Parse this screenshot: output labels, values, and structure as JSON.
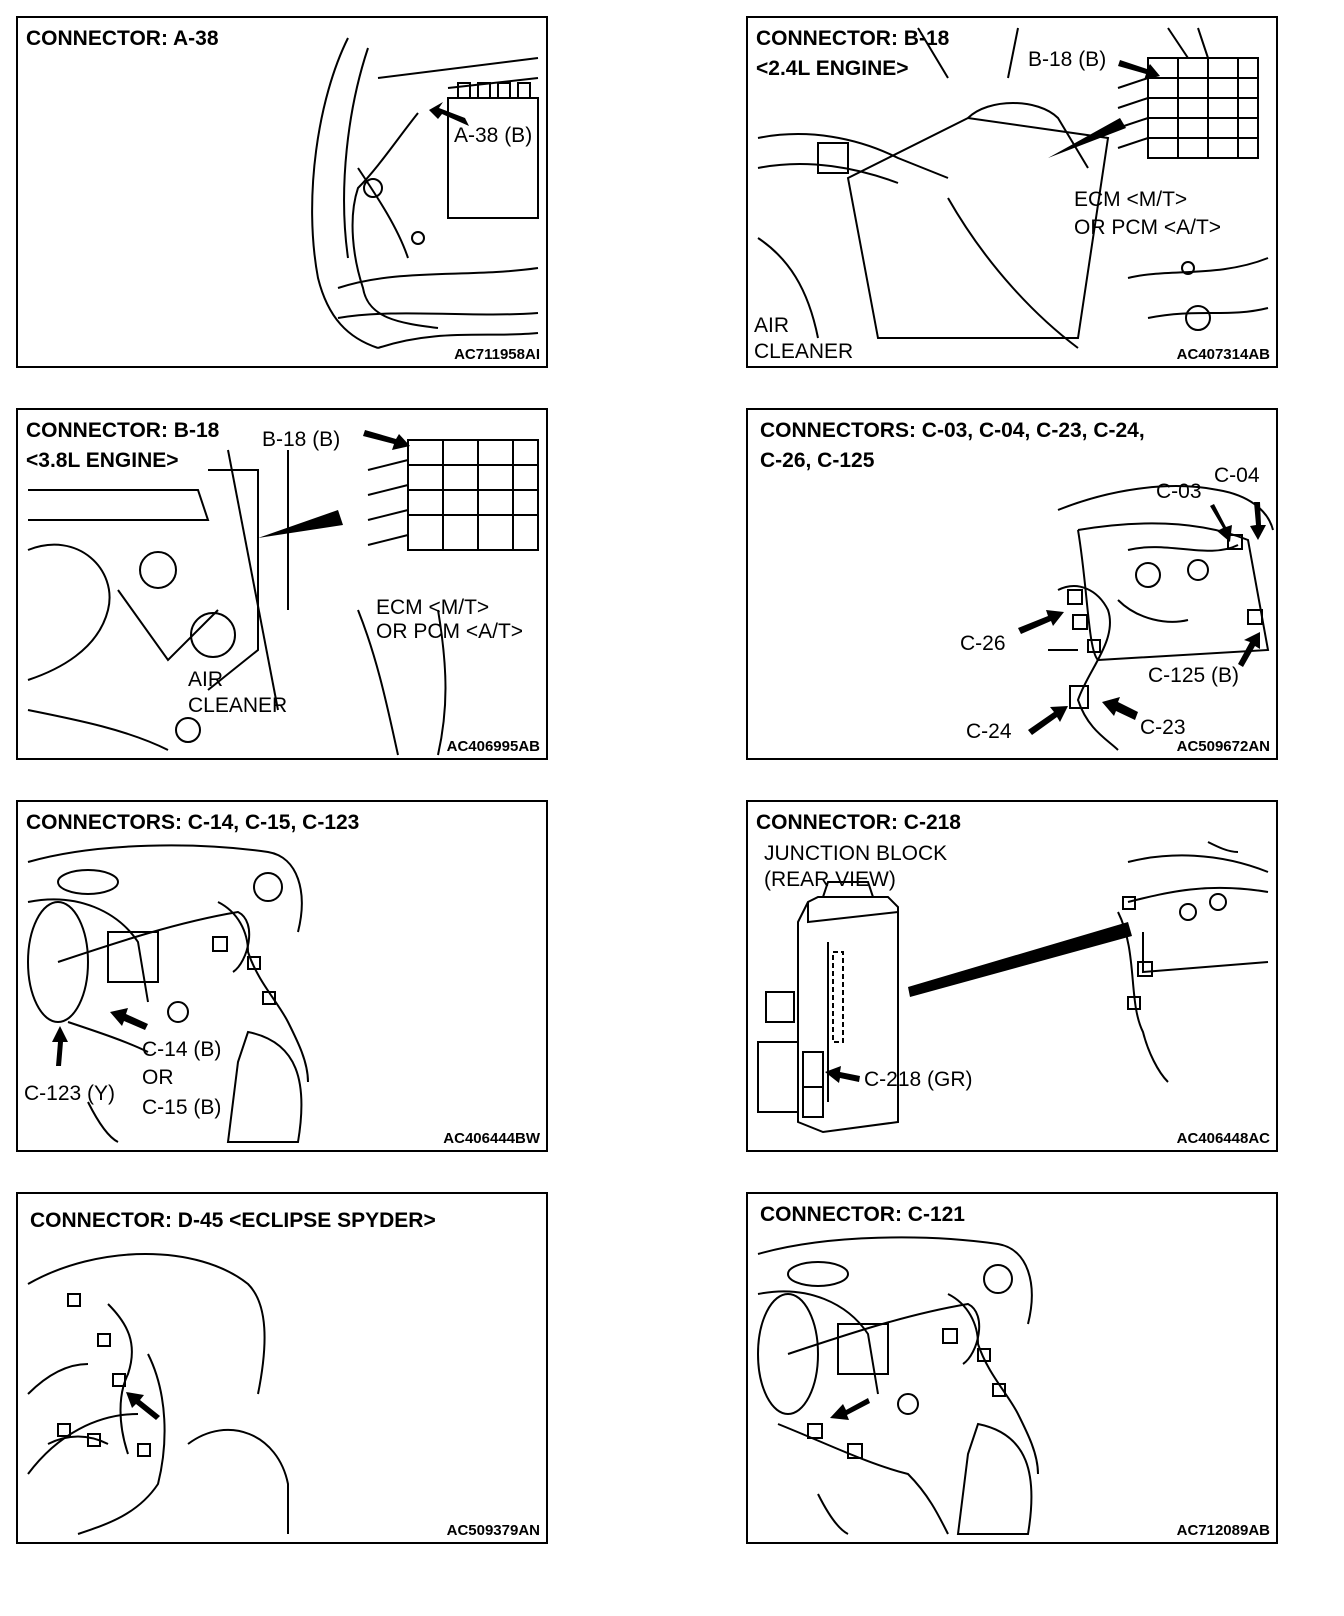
{
  "panels": [
    {
      "title": [
        "CONNECTOR: A-38"
      ],
      "code": "AC711958AI",
      "labels": [
        "A-38 (B)"
      ]
    },
    {
      "title": [
        "CONNECTOR: B-18",
        "<2.4L ENGINE>"
      ],
      "code": "AC407314AB",
      "labels": [
        "B-18 (B)",
        "ECM <M/T>",
        "OR PCM <A/T>",
        "AIR",
        "CLEANER"
      ]
    },
    {
      "title": [
        "CONNECTOR: B-18",
        "<3.8L ENGINE>"
      ],
      "code": "AC406995AB",
      "labels": [
        "B-18 (B)",
        "ECM <M/T>",
        "OR PCM <A/T>",
        "AIR",
        "CLEANER"
      ]
    },
    {
      "title": [
        "CONNECTORS: C-03, C-04, C-23, C-24,",
        "C-26, C-125"
      ],
      "code": "AC509672AN",
      "labels": [
        "C-03",
        "C-04",
        "C-26",
        "C-125 (B)",
        "C-24",
        "C-23"
      ]
    },
    {
      "title": [
        "CONNECTORS: C-14, C-15, C-123"
      ],
      "code": "AC406444BW",
      "labels": [
        "C-14 (B)",
        "OR",
        "C-123 (Y)",
        "C-15 (B)"
      ]
    },
    {
      "title": [
        "CONNECTOR: C-218"
      ],
      "code": "AC406448AC",
      "labels": [
        "JUNCTION BLOCK",
        "(REAR VIEW)",
        "C-218 (GR)"
      ]
    },
    {
      "title": [
        "CONNECTOR: D-45 <ECLIPSE SPYDER>"
      ],
      "code": "AC509379AN",
      "labels": []
    },
    {
      "title": [
        "CONNECTOR: C-121"
      ],
      "code": "AC712089AB",
      "labels": []
    }
  ]
}
